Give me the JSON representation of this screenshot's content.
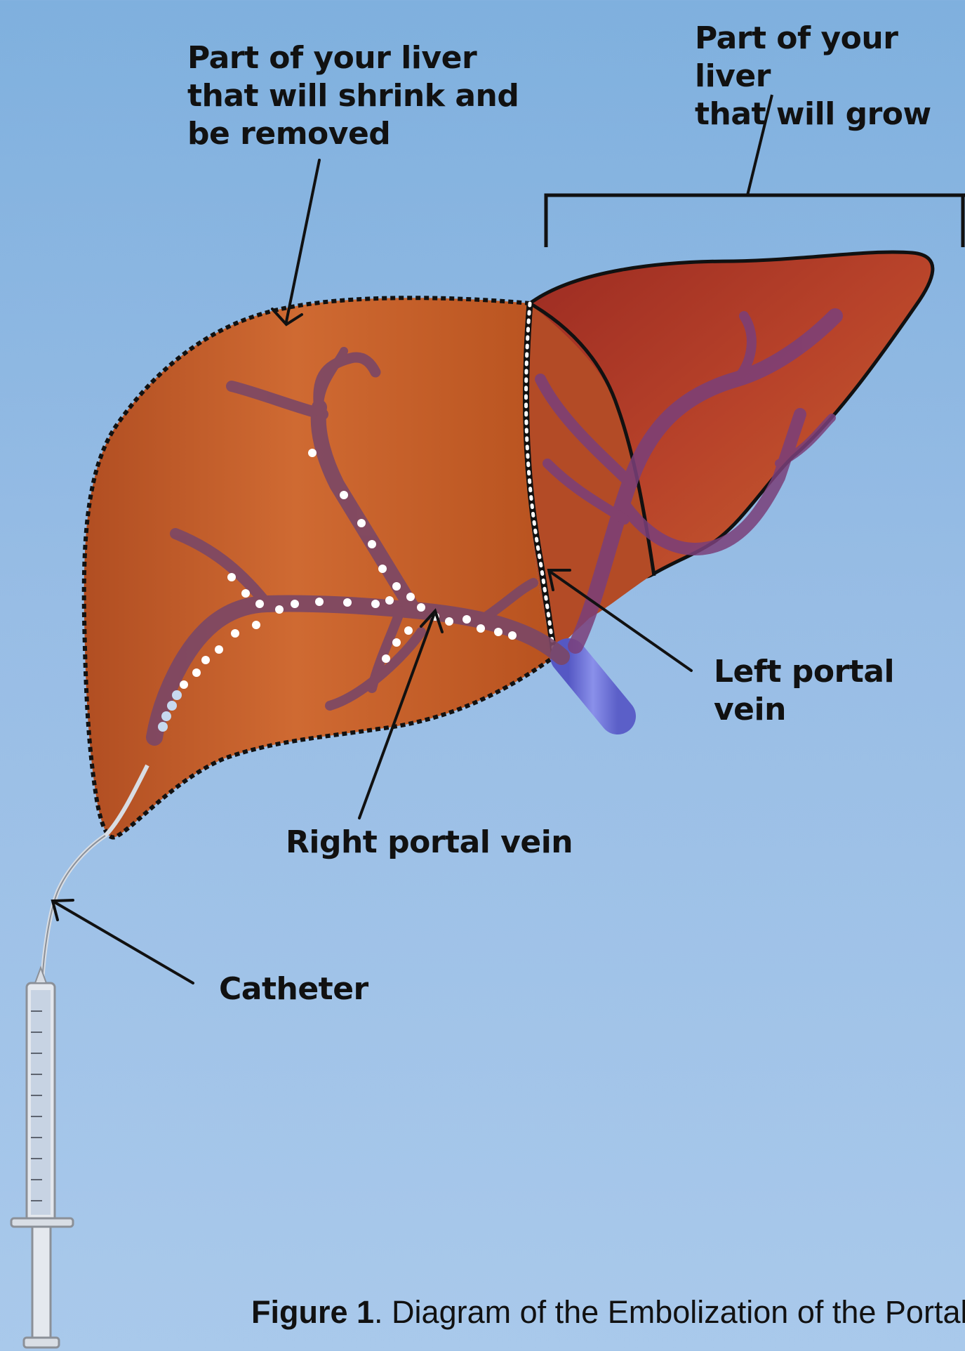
{
  "labels": {
    "shrink": "Part of your liver\nthat will shrink and\nbe removed",
    "grow": "Part of your liver\nthat will grow",
    "left_vein": "Left portal vein",
    "right_vein": "Right portal vein",
    "catheter": "Catheter"
  },
  "caption": {
    "bold": "Figure 1",
    "text": ". Diagram of the Embolization of the Portal"
  },
  "colors": {
    "liver_main": "#c4612a",
    "liver_left_lobe": "#a83a24",
    "vein": "#7a4a6a",
    "portal_trunk": "#6a6fd0",
    "beads": "#ffffff"
  }
}
